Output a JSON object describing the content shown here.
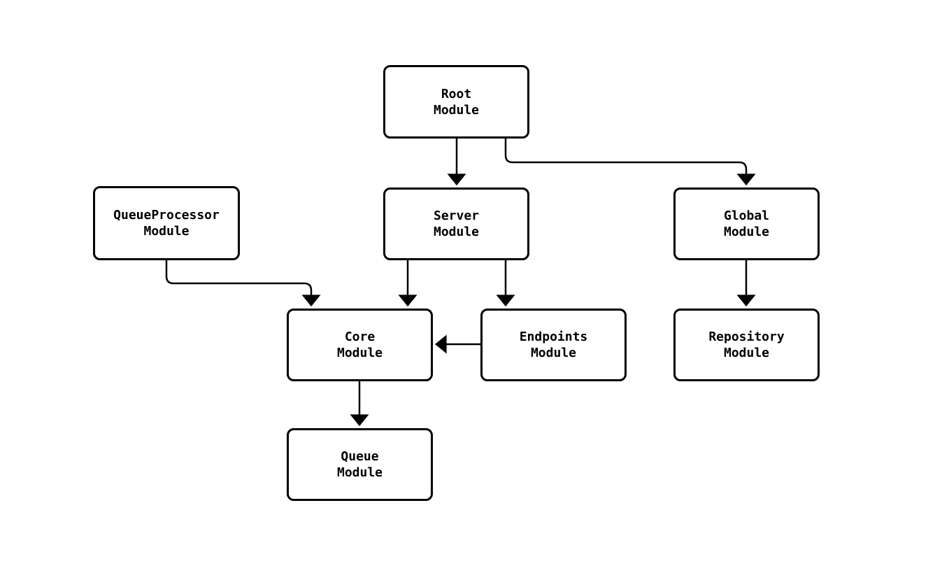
{
  "diagram": {
    "type": "flowchart",
    "description": "Module dependency diagram",
    "colors": {
      "background": "#ffffff",
      "node_fill": "#ffffff",
      "node_border": "#000000",
      "edge": "#000000",
      "text": "#000000"
    },
    "nodes": {
      "root": {
        "label": "Root\nModule"
      },
      "queue_processor": {
        "label": "QueueProcessor\nModule"
      },
      "server": {
        "label": "Server\nModule"
      },
      "global": {
        "label": "Global\nModule"
      },
      "core": {
        "label": "Core\nModule"
      },
      "endpoints": {
        "label": "Endpoints\nModule"
      },
      "repository": {
        "label": "Repository\nModule"
      },
      "queue": {
        "label": "Queue\nModule"
      }
    },
    "edges": [
      {
        "from": "Root Module",
        "to": "Server Module"
      },
      {
        "from": "Root Module",
        "to": "Global Module"
      },
      {
        "from": "QueueProcessor Module",
        "to": "Core Module"
      },
      {
        "from": "Server Module",
        "to": "Core Module"
      },
      {
        "from": "Server Module",
        "to": "Endpoints Module"
      },
      {
        "from": "Endpoints Module",
        "to": "Core Module"
      },
      {
        "from": "Global Module",
        "to": "Repository Module"
      },
      {
        "from": "Core Module",
        "to": "Queue Module"
      }
    ]
  }
}
